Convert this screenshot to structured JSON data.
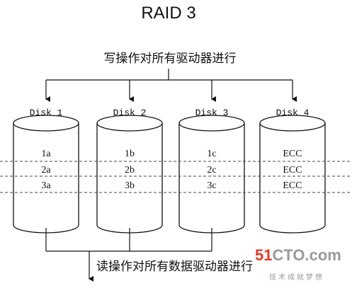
{
  "title": "RAID 3",
  "write_caption": "写操作对所有驱动器进行",
  "read_caption": "读操作对所有数据驱动器进行",
  "disks": [
    {
      "label": "Disk 1",
      "blocks": [
        "1a",
        "2a",
        "3a"
      ]
    },
    {
      "label": "Disk 2",
      "blocks": [
        "1b",
        "2b",
        "3b"
      ]
    },
    {
      "label": "Disk 3",
      "blocks": [
        "1c",
        "2c",
        "3c"
      ]
    },
    {
      "label": "Disk 4",
      "blocks": [
        "ECC",
        "ECC",
        "ECC"
      ]
    }
  ],
  "watermark": {
    "brand": "51CTO.com",
    "tagline": "技术成就梦想",
    "colors": {
      "digits": "#e23a2a",
      "letters": "#9a9a9a"
    }
  }
}
